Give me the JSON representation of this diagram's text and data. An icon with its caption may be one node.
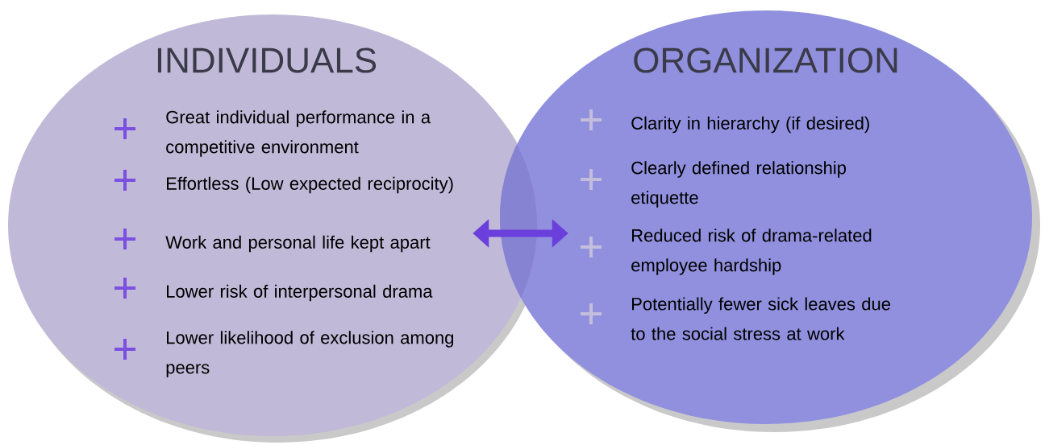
{
  "diagram": {
    "nodes": [
      {
        "text": [
          "INDIVIDUALS",
          "Great individual performance in a competitive environment",
          "Effortless (Low expected reciprocity)",
          "Work and personal life kept apart",
          "Lower risk of interpersonal drama",
          "Lower likelihood of exclusion among peers"
        ]
      },
      {
        "text": [
          "ORGANIZATION",
          "Clarity in hierarchy (if desired)",
          "Clearly defined relationship etiquette",
          "Reduced risk of drama-related employee hardship",
          "Potentially fewer sick leaves due to the social stress at work"
        ]
      }
    ],
    "edges": [
      {
        "from": 0,
        "to": 1,
        "arrow": "both"
      }
    ]
  }
}
